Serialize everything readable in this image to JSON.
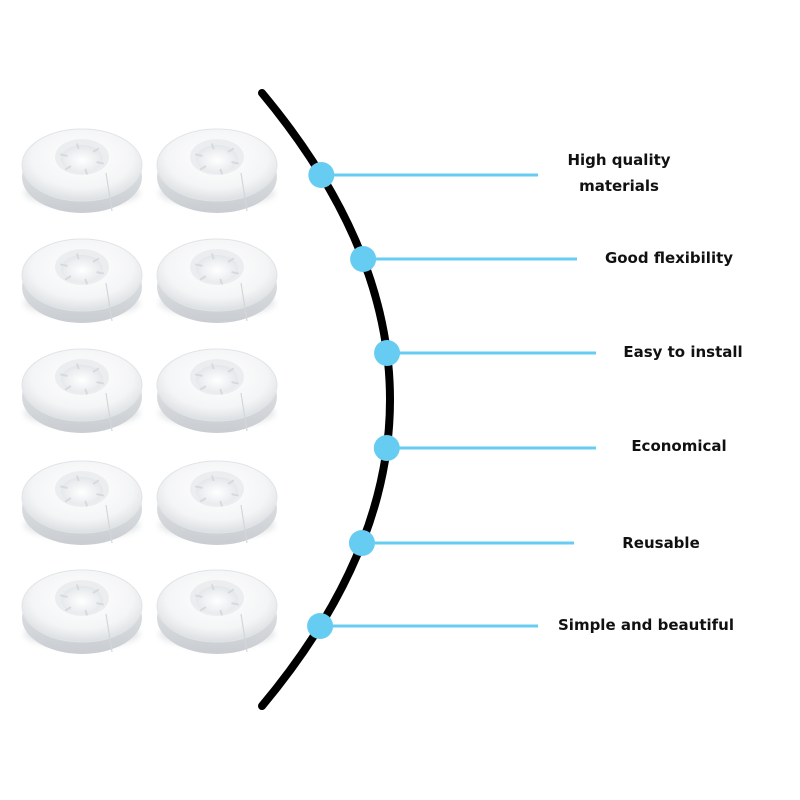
{
  "features": [
    {
      "lines": [
        "High quality",
        "materials"
      ]
    },
    {
      "lines": [
        "Good flexibility"
      ]
    },
    {
      "lines": [
        "Easy to install"
      ]
    },
    {
      "lines": [
        "Economical"
      ]
    },
    {
      "lines": [
        "Reusable"
      ]
    },
    {
      "lines": [
        "Simple and beautiful"
      ]
    }
  ],
  "colors": {
    "accent": "#66ccf2",
    "curve": "#000000",
    "product": "#ffffff",
    "text": "#111111"
  },
  "product": {
    "icon": "pipe-cover-rosette-icon",
    "rows": 5,
    "columns": 2
  }
}
